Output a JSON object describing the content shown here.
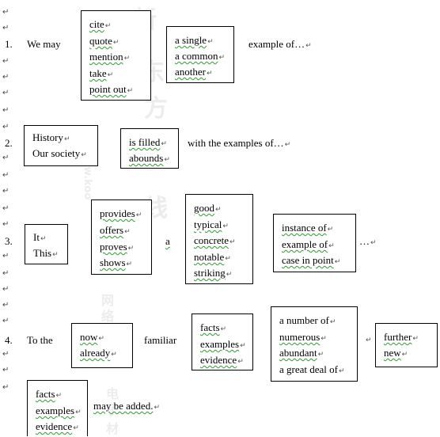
{
  "pilcrow": "↵",
  "watermark": [
    "新",
    "东",
    "方",
    "在",
    "线",
    "www.koo",
    "网",
    "络",
    "电",
    "子",
    "材"
  ],
  "row1": {
    "number": "1.",
    "lead": "We may",
    "verbs": [
      "cite",
      "quote",
      "mention",
      "take",
      "point out"
    ],
    "quantifiers": [
      "a single",
      "a common",
      "another"
    ],
    "tail": "example of…"
  },
  "row2": {
    "number": "2.",
    "subjects": [
      "History",
      "Our society"
    ],
    "verbs": [
      "is filled",
      "abounds"
    ],
    "tail": "with the examples of…"
  },
  "row3": {
    "number": "3.",
    "subjects": [
      "It",
      "This"
    ],
    "verbs": [
      "provides",
      "offers",
      "proves",
      "shows"
    ],
    "article": "a",
    "adjectives": [
      "good",
      "typical",
      "concrete",
      "notable",
      "striking"
    ],
    "nouns": [
      "instance of",
      "example of",
      "case in point"
    ],
    "tail": "…"
  },
  "row4": {
    "number": "4.",
    "lead": "To the",
    "adverbs": [
      "now",
      "already"
    ],
    "middle": "familiar",
    "nouns": [
      "facts",
      "examples",
      "evidence"
    ],
    "quantities": [
      "a number of",
      "numerous",
      "abundant",
      "a great deal of"
    ],
    "more": [
      "further",
      "new"
    ]
  },
  "row5": {
    "nouns": [
      "facts",
      "examples",
      "evidence"
    ],
    "tail": "may be added."
  }
}
